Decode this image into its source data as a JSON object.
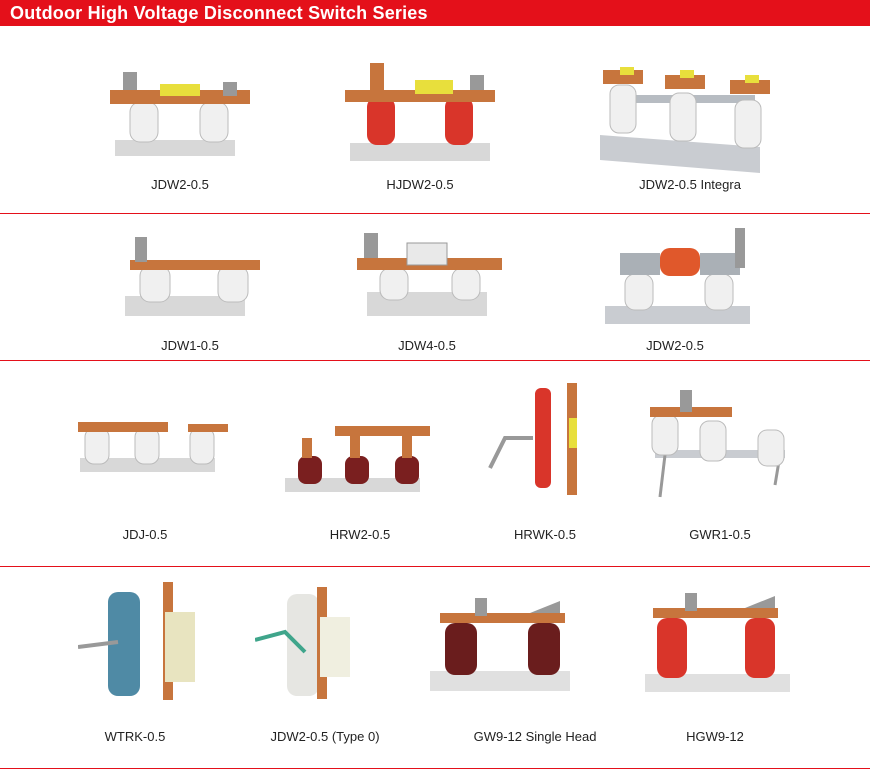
{
  "header": {
    "title": "Outdoor High Voltage Disconnect Switch Series",
    "color": "#e4101a"
  },
  "products": [
    {
      "label": "JDW2-0.5",
      "insulator": "white"
    },
    {
      "label": "HJDW2-0.5",
      "insulator": "red"
    },
    {
      "label": "JDW2-0.5 Integra",
      "insulator": "white"
    },
    {
      "label": "JDW1-0.5",
      "insulator": "white"
    },
    {
      "label": "JDW4-0.5",
      "insulator": "white"
    },
    {
      "label": "JDW2-0.5",
      "insulator": "white"
    },
    {
      "label": "JDJ-0.5",
      "insulator": "white"
    },
    {
      "label": "HRW2-0.5",
      "insulator": "brown"
    },
    {
      "label": "HRWK-0.5",
      "insulator": "red"
    },
    {
      "label": "GWR1-0.5",
      "insulator": "white"
    },
    {
      "label": "WTRK-0.5",
      "insulator": "blue"
    },
    {
      "label": "JDW2-0.5 (Type 0)",
      "insulator": "white"
    },
    {
      "label": "GW9-12 Single Head",
      "insulator": "brown"
    },
    {
      "label": "HGW9-12",
      "insulator": "red"
    }
  ]
}
